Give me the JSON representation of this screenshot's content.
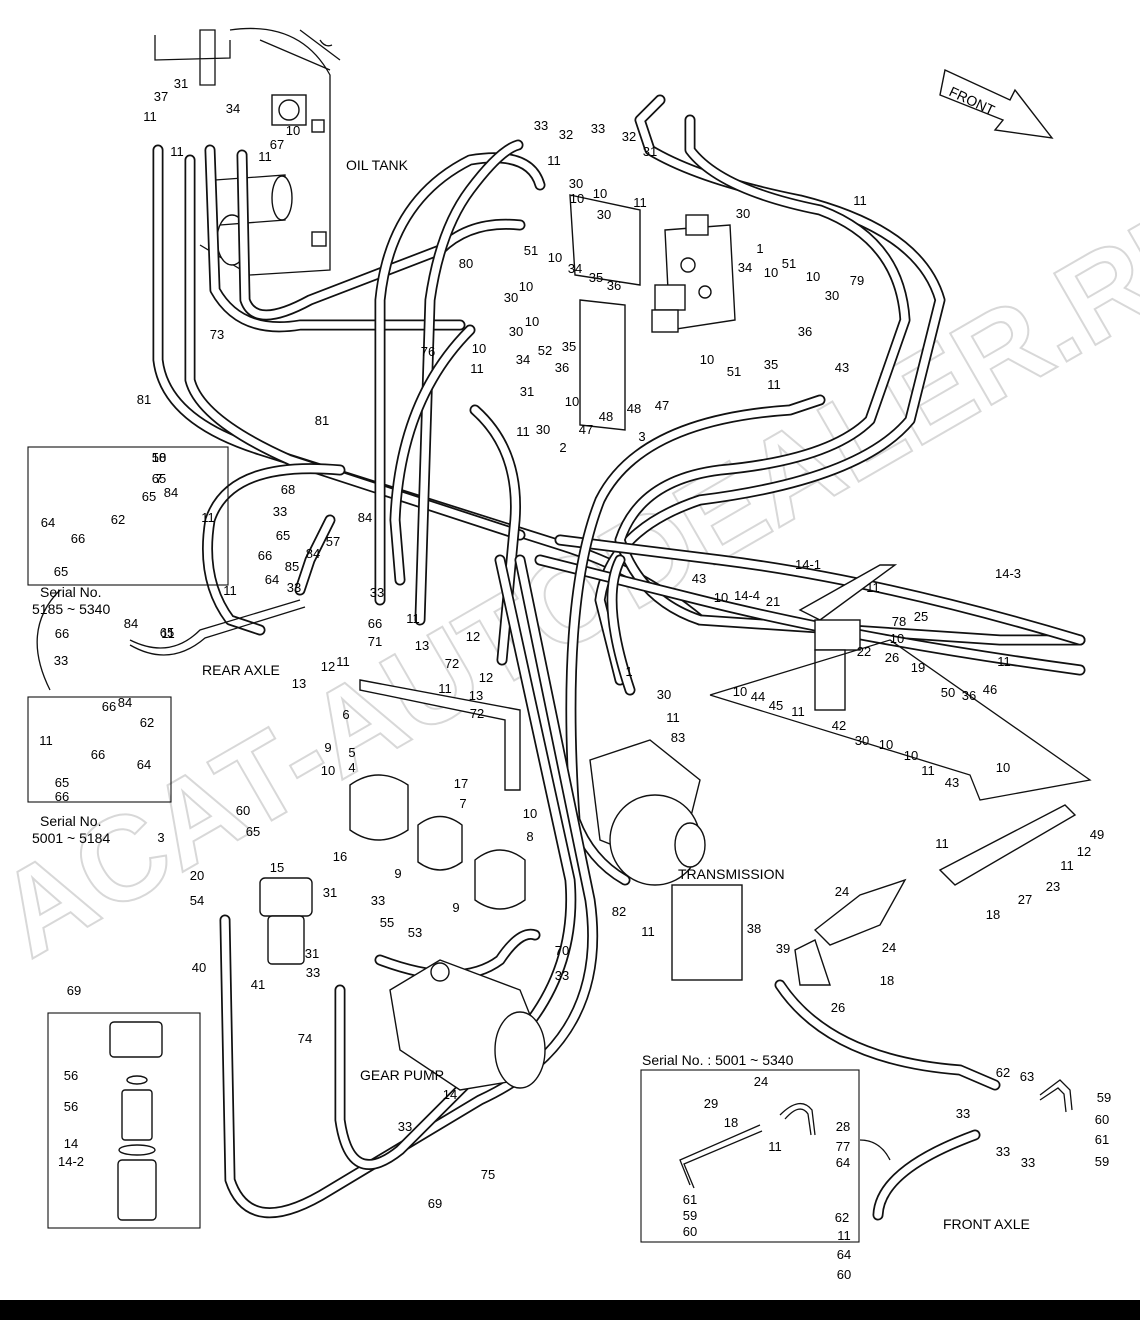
{
  "labels": {
    "oil_tank": "OIL TANK",
    "rear_axle": "REAR AXLE",
    "transmission": "TRANSMISSION",
    "gear_pump": "GEAR PUMP",
    "front_axle": "FRONT AXLE",
    "front": "FRONT",
    "serial_rear_1a": "Serial No.",
    "serial_rear_1b": "5185 ~ 5340",
    "serial_rear_2a": "Serial No.",
    "serial_rear_2b": "5001 ~ 5184",
    "serial_front": "Serial No. : 5001 ~ 5340"
  },
  "watermark": "ACAT-AUTODEALER.RU",
  "callouts": [
    "31",
    "37",
    "11",
    "34",
    "10",
    "67",
    "11",
    "11",
    "33",
    "32",
    "33",
    "32",
    "31",
    "11",
    "30",
    "10",
    "10",
    "30",
    "11",
    "30",
    "1",
    "51",
    "10",
    "34",
    "35",
    "36",
    "10",
    "30",
    "10",
    "30",
    "10",
    "11",
    "34",
    "52",
    "35",
    "36",
    "31",
    "10",
    "11",
    "30",
    "47",
    "48",
    "3",
    "2",
    "48",
    "47",
    "10",
    "51",
    "35",
    "36",
    "34",
    "10",
    "51",
    "10",
    "30",
    "11",
    "43",
    "11",
    "79",
    "80",
    "76",
    "73",
    "81",
    "81",
    "68",
    "58",
    "65",
    "84",
    "57",
    "33",
    "65",
    "84",
    "66",
    "64",
    "11",
    "85",
    "33",
    "11",
    "33",
    "66",
    "71",
    "11",
    "12",
    "13",
    "72",
    "11",
    "12",
    "13",
    "72",
    "11",
    "12",
    "13",
    "6",
    "5",
    "4",
    "9",
    "10",
    "16",
    "17",
    "7",
    "9",
    "10",
    "8",
    "9",
    "10",
    "7",
    "65",
    "84",
    "62",
    "11",
    "64",
    "66",
    "65",
    "66",
    "84",
    "65",
    "33",
    "66",
    "84",
    "62",
    "66",
    "11",
    "64",
    "66",
    "65",
    "60",
    "65",
    "3",
    "20",
    "15",
    "54",
    "31",
    "33",
    "31",
    "55",
    "53",
    "33",
    "70",
    "33",
    "40",
    "41",
    "74",
    "14",
    "33",
    "75",
    "69",
    "69",
    "56",
    "56",
    "14",
    "14-2",
    "14-1",
    "14-3",
    "14-4",
    "21",
    "78",
    "25",
    "10",
    "22",
    "26",
    "19",
    "10",
    "44",
    "45",
    "11",
    "42",
    "30",
    "10",
    "10",
    "50",
    "36",
    "46",
    "10",
    "43",
    "11",
    "11",
    "43",
    "10",
    "11",
    "1",
    "30",
    "11",
    "83",
    "82",
    "11",
    "38",
    "39",
    "11",
    "49",
    "12",
    "11",
    "23",
    "27",
    "18",
    "24",
    "24",
    "18",
    "26",
    "29",
    "24",
    "18",
    "28",
    "77",
    "64",
    "11",
    "61",
    "59",
    "60",
    "62",
    "63",
    "59",
    "60",
    "11",
    "33",
    "61",
    "33",
    "33",
    "59",
    "62",
    "64",
    "60",
    "63",
    "33",
    "59",
    "60"
  ]
}
